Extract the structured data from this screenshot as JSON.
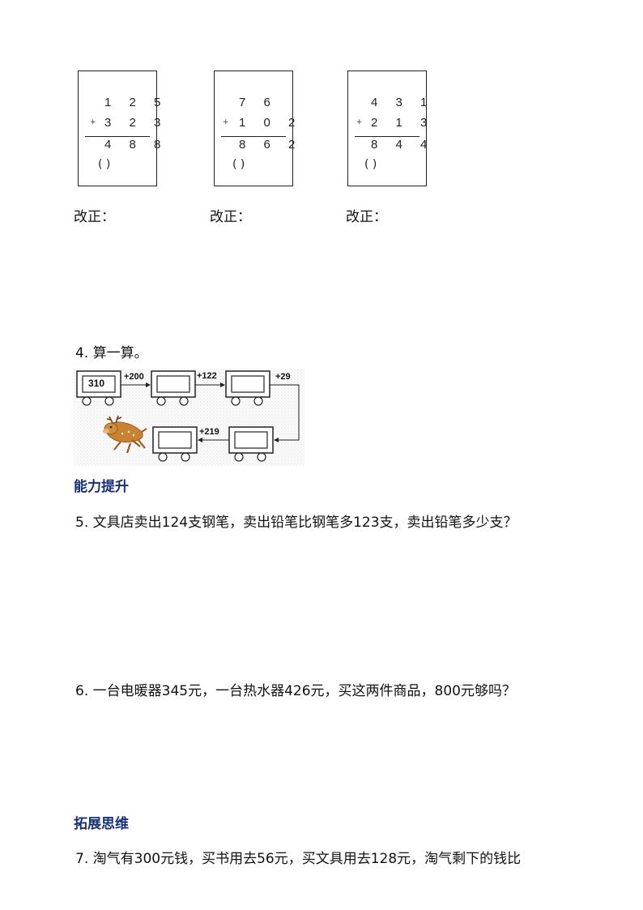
{
  "problems": [
    {
      "top": "1 2 5",
      "bottom": "3 2 3",
      "result": "4 8 8",
      "plus": "+",
      "paren": "(        )"
    },
    {
      "top": "7 6",
      "bottom": "1 0 2",
      "result": "8 6 2",
      "plus": "+",
      "paren": "(        )"
    },
    {
      "top": "4 3 1",
      "bottom": "2 1 3",
      "result": "8 4 4",
      "plus": "+",
      "paren": "(        )"
    }
  ],
  "correction_label": "改正：",
  "q4": {
    "title": "4. 算一算。",
    "start": "310",
    "steps": [
      "+200",
      "+122",
      "+29",
      "+219"
    ],
    "icon": "deer-icon"
  },
  "section1": "能力提升",
  "q5": "5. 文具店卖出124支钢笔，卖出铅笔比钢笔多123支，卖出铅笔多少支？",
  "q6": "6. 一台电暖器345元，一台热水器426元，买这两件商品，800元够吗？",
  "section2": "拓展思维",
  "q7": "7. 淘气有300元钱，买书用去56元，买文具用去128元，淘气剩下的钱比"
}
